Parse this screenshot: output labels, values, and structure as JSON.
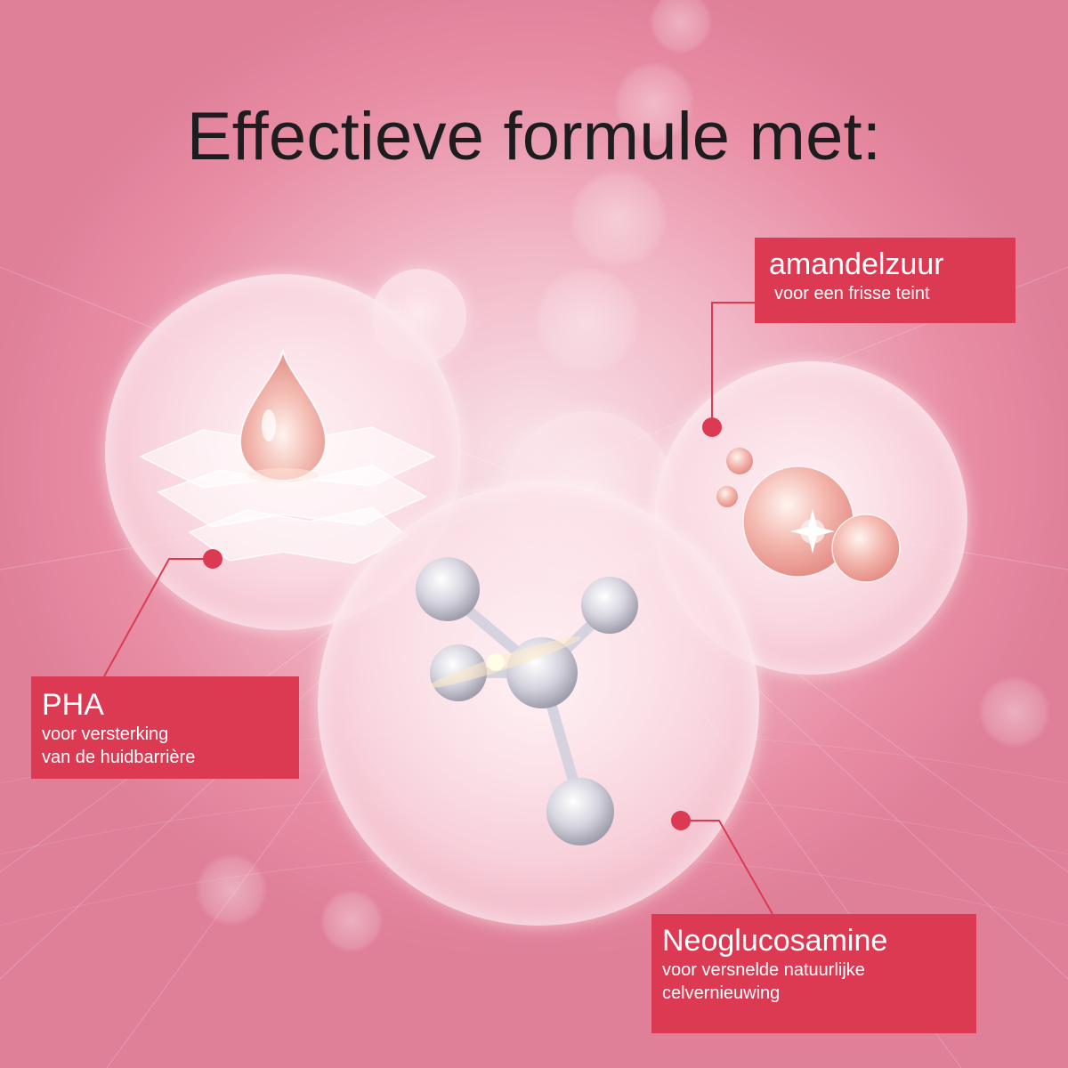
{
  "headline": "Effectieve formule met:",
  "accent_color": "#dc3a52",
  "ingredients": [
    {
      "name": "PHA",
      "lines": [
        "voor versterking",
        "van de huidbarrière"
      ]
    },
    {
      "name": "amandelzuur",
      "lines": [
        "voor een frisse teint"
      ]
    },
    {
      "name": "Neoglucosamine",
      "lines": [
        "voor versnelde natuurlijke",
        "celvernieuwing"
      ]
    }
  ],
  "icons": [
    "droplet-icon",
    "molecule-icon",
    "bubbles-icon"
  ]
}
